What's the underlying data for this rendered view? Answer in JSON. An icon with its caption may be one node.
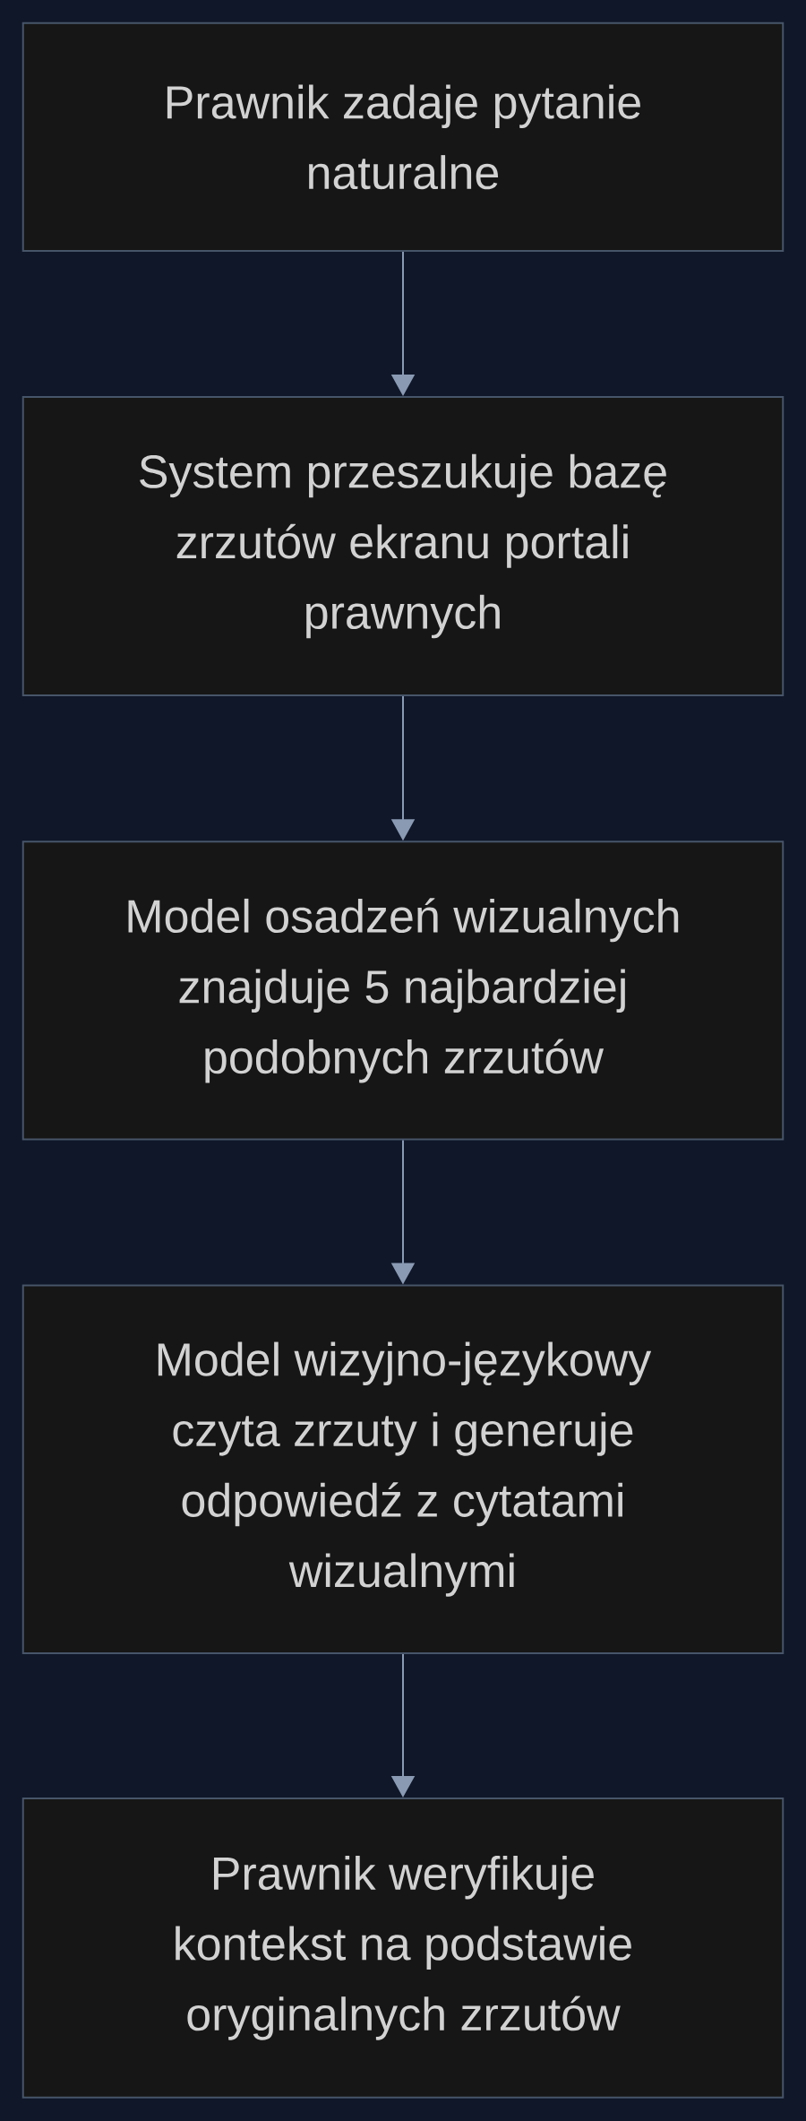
{
  "diagram": {
    "nodes": [
      {
        "text": [
          "Prawnik zadaje pytanie naturalne"
        ]
      },
      {
        "text": [
          "System przeszukuje bazę zrzutów ekranu portali prawnych"
        ]
      },
      {
        "text": [
          "Model osadzeń wizualnych znajduje 5 najbardziej podobnych zrzutów"
        ]
      },
      {
        "text": [
          "Model wizyjno-językowy czyta zrzuty i generuje odpowiedź z cytatami wizualnymi"
        ]
      },
      {
        "text": [
          "Prawnik weryfikuje kontekst na podstawie oryginalnych zrzutów"
        ]
      }
    ],
    "edges": [
      {
        "from": 0,
        "to": 1,
        "arrow": "to"
      },
      {
        "from": 1,
        "to": 2,
        "arrow": "to"
      },
      {
        "from": 2,
        "to": 3,
        "arrow": "to"
      },
      {
        "from": 3,
        "to": 4,
        "arrow": "to"
      }
    ]
  }
}
